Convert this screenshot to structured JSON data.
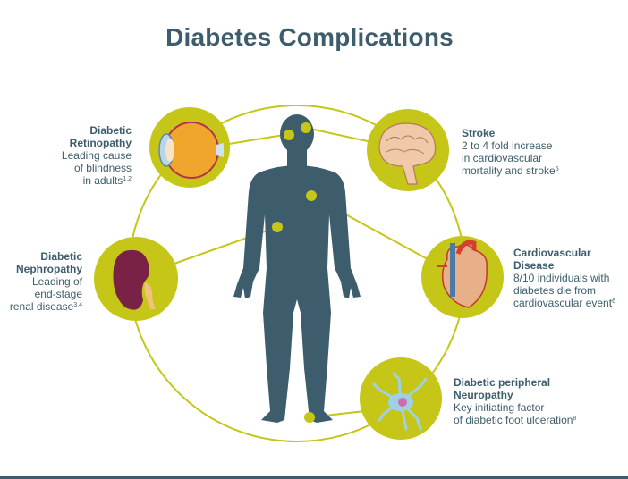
{
  "title": "Diabetes Complications",
  "colors": {
    "title": "#3d5d6c",
    "body_silhouette": "#3d5d6c",
    "accent_circle": "#c5c617",
    "text": "#3d5d6c"
  },
  "complications": [
    {
      "id": "retinopathy",
      "heading_lines": [
        "Diabetic",
        "Retinopathy"
      ],
      "desc_lines": [
        "Leading cause",
        "of blindness",
        "in adults"
      ],
      "sup": "1,2",
      "icon": "eye-icon",
      "position": "top-left"
    },
    {
      "id": "stroke",
      "heading_lines": [
        "Stroke"
      ],
      "desc_lines": [
        "2 to 4 fold increase",
        "in cardiovascular",
        "mortality and stroke"
      ],
      "sup": "5",
      "icon": "brain-icon",
      "position": "top-right"
    },
    {
      "id": "nephropathy",
      "heading_lines": [
        "Diabetic",
        "Nephropathy"
      ],
      "desc_lines": [
        "Leading of",
        "end-stage",
        "renal disease"
      ],
      "sup": "3,4",
      "icon": "kidney-icon",
      "position": "middle-left"
    },
    {
      "id": "cardiovascular",
      "heading_lines": [
        "Cardiovascular",
        "Disease"
      ],
      "desc_lines": [
        "8/10 individuals with",
        "diabetes die from",
        "cardiovascular event"
      ],
      "sup": "6",
      "icon": "heart-icon",
      "position": "middle-right"
    },
    {
      "id": "neuropathy",
      "heading_lines": [
        "Diabetic peripheral",
        "Neuropathy"
      ],
      "desc_lines": [
        "Key initiating factor",
        "of diabetic foot ulceration"
      ],
      "sup": "8",
      "icon": "neuron-icon",
      "position": "bottom-right"
    }
  ]
}
